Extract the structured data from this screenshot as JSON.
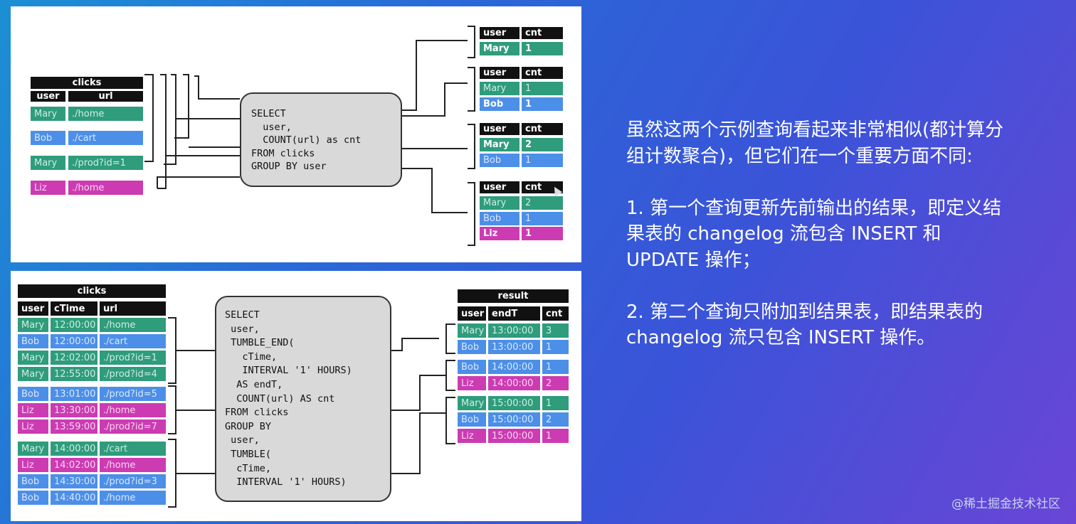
{
  "top_diagram": {
    "clicks_table": {
      "title": "clicks",
      "columns": [
        "user",
        "url"
      ],
      "rows": [
        {
          "user": "Mary",
          "url": "./home",
          "color": "green"
        },
        {
          "user": "Bob",
          "url": "./cart",
          "color": "blue"
        },
        {
          "user": "Mary",
          "url": "./prod?id=1",
          "color": "green"
        },
        {
          "user": "Liz",
          "url": "./home",
          "color": "pink"
        }
      ]
    },
    "query_lines": [
      "SELECT",
      "  user,",
      "  COUNT(url) as cnt",
      "FROM clicks",
      "GROUP BY user"
    ],
    "result_tables": [
      {
        "columns": [
          "user",
          "cnt"
        ],
        "rows": [
          {
            "user": "Mary",
            "cnt": "1",
            "color": "green",
            "bold": true
          }
        ]
      },
      {
        "columns": [
          "user",
          "cnt"
        ],
        "rows": [
          {
            "user": "Mary",
            "cnt": "1",
            "color": "green",
            "bold": false
          },
          {
            "user": "Bob",
            "cnt": "1",
            "color": "blue",
            "bold": true
          }
        ]
      },
      {
        "columns": [
          "user",
          "cnt"
        ],
        "rows": [
          {
            "user": "Mary",
            "cnt": "2",
            "color": "green",
            "bold": true
          },
          {
            "user": "Bob",
            "cnt": "1",
            "color": "blue",
            "bold": false
          }
        ]
      },
      {
        "columns": [
          "user",
          "cnt"
        ],
        "rows": [
          {
            "user": "Mary",
            "cnt": "2",
            "color": "green",
            "bold": false
          },
          {
            "user": "Bob",
            "cnt": "1",
            "color": "blue",
            "bold": false
          },
          {
            "user": "Liz",
            "cnt": "1",
            "color": "pink",
            "bold": true
          }
        ]
      }
    ]
  },
  "bottom_diagram": {
    "clicks_table": {
      "title": "clicks",
      "columns": [
        "user",
        "cTime",
        "url"
      ],
      "groups": [
        [
          {
            "user": "Mary",
            "cTime": "12:00:00",
            "url": "./home",
            "color": "green"
          },
          {
            "user": "Bob",
            "cTime": "12:00:00",
            "url": "./cart",
            "color": "blue"
          },
          {
            "user": "Mary",
            "cTime": "12:02:00",
            "url": "./prod?id=1",
            "color": "green"
          },
          {
            "user": "Mary",
            "cTime": "12:55:00",
            "url": "./prod?id=4",
            "color": "green"
          }
        ],
        [
          {
            "user": "Bob",
            "cTime": "13:01:00",
            "url": "./prod?id=5",
            "color": "blue"
          },
          {
            "user": "Liz",
            "cTime": "13:30:00",
            "url": "./home",
            "color": "pink"
          },
          {
            "user": "Liz",
            "cTime": "13:59:00",
            "url": "./prod?id=7",
            "color": "pink"
          }
        ],
        [
          {
            "user": "Mary",
            "cTime": "14:00:00",
            "url": "./cart",
            "color": "green"
          },
          {
            "user": "Liz",
            "cTime": "14:02:00",
            "url": "./home",
            "color": "pink"
          },
          {
            "user": "Bob",
            "cTime": "14:30:00",
            "url": "./prod?id=3",
            "color": "blue"
          },
          {
            "user": "Bob",
            "cTime": "14:40:00",
            "url": "./home",
            "color": "blue"
          }
        ]
      ]
    },
    "query_lines": [
      "SELECT",
      " user,",
      " TUMBLE_END(",
      "   cTime,",
      "   INTERVAL '1' HOURS)",
      "  AS endT,",
      "  COUNT(url) AS cnt",
      "FROM clicks",
      "GROUP BY",
      " user,",
      " TUMBLE(",
      "  cTime,",
      "  INTERVAL '1' HOURS)"
    ],
    "result_table": {
      "title": "result",
      "columns": [
        "user",
        "endT",
        "cnt"
      ],
      "groups": [
        [
          {
            "user": "Mary",
            "endT": "13:00:00",
            "cnt": "3",
            "color": "green"
          },
          {
            "user": "Bob",
            "endT": "13:00:00",
            "cnt": "1",
            "color": "blue"
          }
        ],
        [
          {
            "user": "Bob",
            "endT": "14:00:00",
            "cnt": "1",
            "color": "blue"
          },
          {
            "user": "Liz",
            "endT": "14:00:00",
            "cnt": "2",
            "color": "pink"
          }
        ],
        [
          {
            "user": "Mary",
            "endT": "15:00:00",
            "cnt": "1",
            "color": "green"
          },
          {
            "user": "Bob",
            "endT": "15:00:00",
            "cnt": "2",
            "color": "blue"
          },
          {
            "user": "Liz",
            "endT": "15:00:00",
            "cnt": "1",
            "color": "pink"
          }
        ]
      ]
    }
  },
  "explanation": {
    "para1": "虽然这两个示例查询看起来非常相似(都计算分\n组计数聚合)，但它们在一个重要方面不同:",
    "para2": "1. 第一个查询更新先前输出的结果，即定义结\n果表的 changelog 流包含 INSERT 和\nUPDATE 操作；",
    "para3": "2. 第二个查询只附加到结果表，即结果表的\nchangelog 流只包含 INSERT 操作。"
  },
  "watermark": "@稀土掘金技术社区",
  "colors": {
    "green": "#2f9c7c",
    "blue": "#4c8fe8",
    "pink": "#cc3bb2",
    "header": "#111111"
  }
}
